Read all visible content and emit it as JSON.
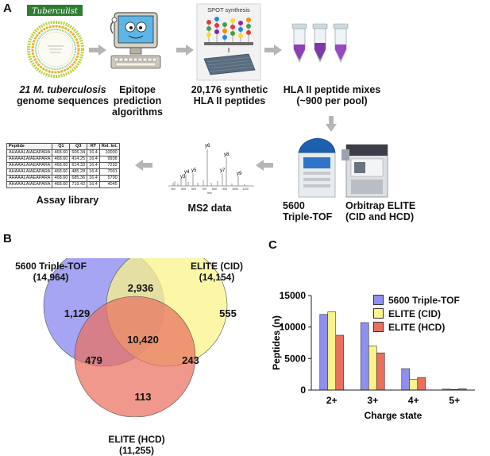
{
  "panelA": {
    "letter": "A",
    "tuberculist_label": "Tuberculist",
    "steps": [
      {
        "caption_italic": "21 M. tuberculosis",
        "caption_rest": "genome sequences"
      },
      {
        "caption_lines": [
          "Epitope",
          "prediction",
          "algorithms"
        ]
      },
      {
        "caption_lines": [
          "20,176 synthetic",
          "HLA II peptides"
        ]
      },
      {
        "caption_lines": [
          "HLA II peptide mixes",
          "(~900 per pool)"
        ]
      }
    ],
    "spot_label": "SPOT synthesis",
    "instruments": [
      {
        "caption_lines": [
          "5600",
          "Triple-TOF"
        ]
      },
      {
        "caption_lines": [
          "Orbitrap ELITE",
          "(CID and HCD)"
        ]
      }
    ],
    "ms2": {
      "caption": "MS2 data",
      "peak_labels": [
        "y3",
        "y4",
        "y5",
        "y6",
        "y7",
        "y8",
        "y9"
      ],
      "axis_ticks": [
        "400",
        "500",
        "600",
        "700",
        "800",
        "900",
        "1000",
        "1100"
      ],
      "axis_unit": "m/z"
    },
    "assay": {
      "caption": "Assay library",
      "headers": [
        "Peptide",
        "Q1",
        "Q3",
        "RT",
        "Rel. Int."
      ],
      "rows": [
        [
          "AHAAALAIAEAPARA",
          "468.60",
          "606.34",
          "16.4",
          "10000"
        ],
        [
          "AHAAALAIAEAPARA",
          "468.60",
          "414.25",
          "16.4",
          "9936"
        ],
        [
          "AHAAALAIAEAPARA",
          "468.60",
          "614.33",
          "16.4",
          "7292"
        ],
        [
          "AHAAALAIAEAPARA",
          "468.60",
          "485.28",
          "16.4",
          "7001"
        ],
        [
          "AHAAALAIAEAPARA",
          "468.60",
          "685.36",
          "16.4",
          "5700"
        ],
        [
          "AHAAALAIAEAPARA",
          "468.60",
          "719.42",
          "16.4",
          "4045"
        ]
      ]
    }
  },
  "panelB": {
    "letter": "B",
    "sets": [
      {
        "name": "5600 Triple-TOF",
        "total": "(14,964)",
        "color": "#8f8ff0"
      },
      {
        "name": "ELITE (CID)",
        "total": "(14,154)",
        "color": "#f9f48a"
      },
      {
        "name": "ELITE (HCD)",
        "total": "(11,255)",
        "color": "#e9705e"
      }
    ],
    "regions": {
      "triple_only": "1,129",
      "cid_only": "555",
      "hcd_only": "113",
      "triple_cid": "2,936",
      "triple_hcd": "479",
      "cid_hcd": "243",
      "all_three": "10,420"
    }
  },
  "panelC": {
    "letter": "C",
    "chart_data": {
      "type": "bar",
      "categories": [
        "2+",
        "3+",
        "4+",
        "5+"
      ],
      "series": [
        {
          "name": "5600 Triple-TOF",
          "color": "#8f8ff0",
          "values": [
            12000,
            10700,
            3400,
            150
          ]
        },
        {
          "name": "ELITE (CID)",
          "color": "#f9f48a",
          "values": [
            12400,
            7000,
            1700,
            100
          ]
        },
        {
          "name": "ELITE (HCD)",
          "color": "#e9705e",
          "values": [
            8700,
            5900,
            2000,
            200
          ]
        }
      ],
      "xlabel": "Charge state",
      "ylabel": "Peptides (n)",
      "yticks": [
        "0",
        "5000",
        "10000",
        "15000"
      ],
      "ylim": [
        0,
        15000
      ],
      "legend": "top-right"
    }
  }
}
